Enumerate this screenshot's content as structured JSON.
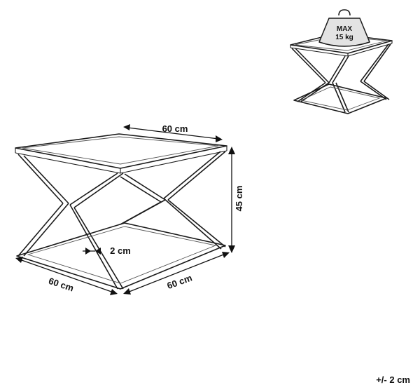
{
  "weight": {
    "line1": "MAX",
    "line2": "15 kg",
    "icon": "weight-icon"
  },
  "dimensions": {
    "top_width": "60 cm",
    "height": "45 cm",
    "leg_thickness": "2 cm",
    "front_left": "60 cm",
    "front_right": "60 cm"
  },
  "tolerance": "+/- 2 cm"
}
